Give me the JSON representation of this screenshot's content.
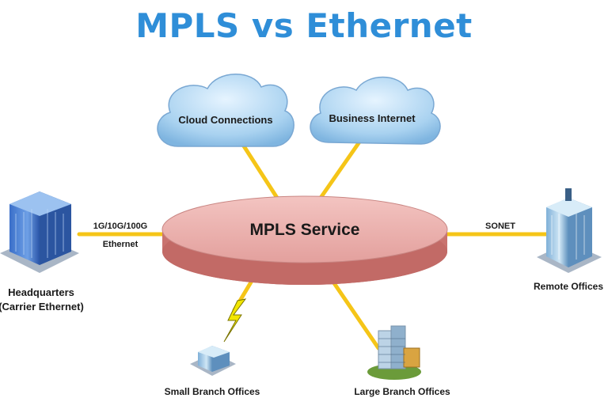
{
  "title": "MPLS vs Ethernet",
  "center": {
    "label": "MPLS Service"
  },
  "clouds": [
    {
      "label": "Cloud Connections"
    },
    {
      "label": "Business Internet"
    }
  ],
  "links": {
    "headquarters_speed": "1G/10G/100G",
    "headquarters_type": "Ethernet",
    "remote_type": "SONET"
  },
  "sites": {
    "headquarters_line1": "Headquarters",
    "headquarters_line2": "(Carrier Ethernet)",
    "remote": "Remote Offices",
    "small_branch": "Small Branch Offices",
    "large_branch": "Large Branch Offices"
  },
  "colors": {
    "title": "#2f8ed8",
    "link_line": "#f5c518",
    "ellipse_top": "#e8a9a7",
    "ellipse_side": "#c9736f",
    "cloud": "#a9d2f0",
    "lightning": "#f2e600"
  },
  "icons": [
    "building-icon",
    "small-building-icon",
    "lightning-icon",
    "cloud-icon"
  ]
}
